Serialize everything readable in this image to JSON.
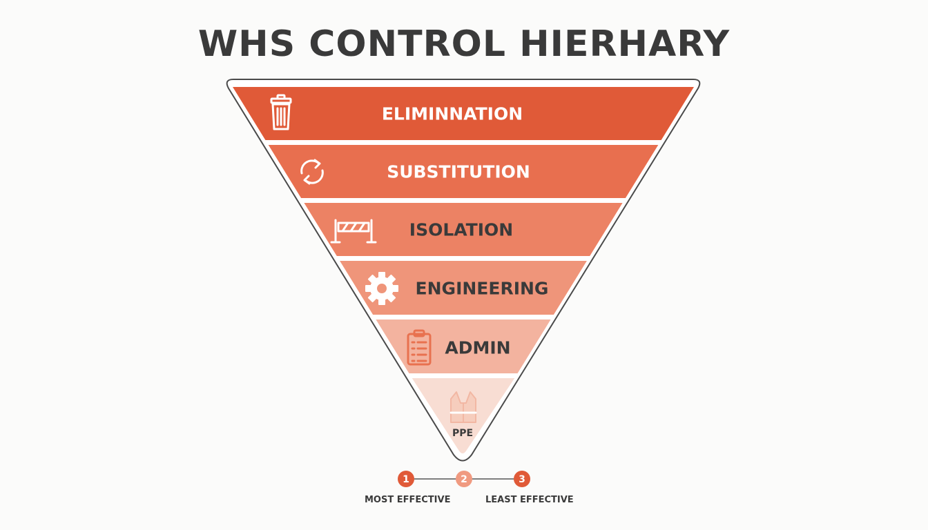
{
  "title": "WHS CONTROL HIERHARY",
  "levels": [
    {
      "label": "ELIMINNATION",
      "icon": "trash-icon",
      "color": "#e05a38",
      "text_color": "#ffffff"
    },
    {
      "label": "SUBSTITUTION",
      "icon": "swap-arrows-icon",
      "color": "#e86f4f",
      "text_color": "#ffffff"
    },
    {
      "label": "ISOLATION",
      "icon": "barrier-icon",
      "color": "#ec8264",
      "text_color": "#3a3a3a"
    },
    {
      "label": "ENGINEERING",
      "icon": "gear-icon",
      "color": "#ef957a",
      "text_color": "#3a3a3a"
    },
    {
      "label": "ADMIN",
      "icon": "clipboard-icon",
      "color": "#f3b39f",
      "text_color": "#3a3a3a"
    },
    {
      "label": "PPE",
      "icon": "safety-vest-icon",
      "color": "#f8ddd3",
      "text_color": "#3a3a3a"
    }
  ],
  "scale": {
    "steps": [
      "1",
      "2",
      "3"
    ],
    "step_colors": [
      "#e05a38",
      "#f09a80",
      "#e05a38"
    ],
    "most_label": "MOST EFFECTIVE",
    "least_label": "LEAST EFFECTIVE"
  }
}
